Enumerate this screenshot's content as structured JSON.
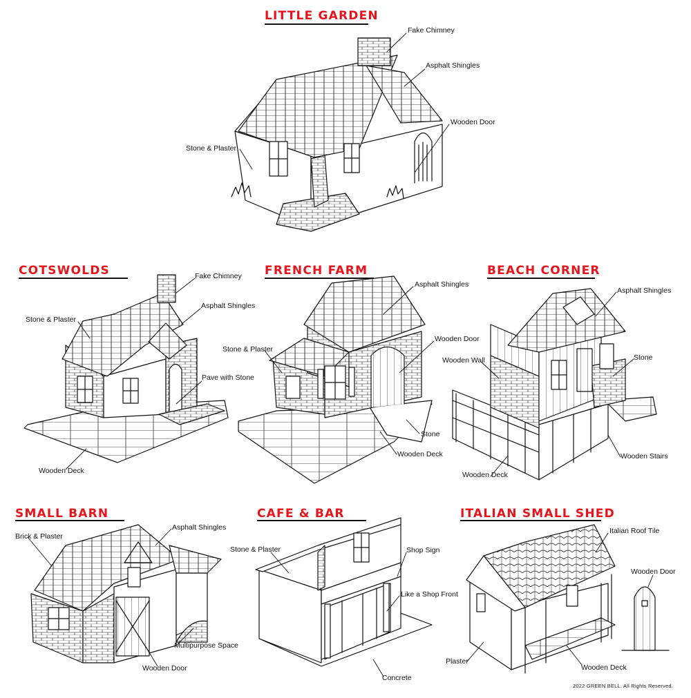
{
  "copyright": "2022 GREEN BELL. All Rights Reserved.",
  "houses": {
    "little_garden": {
      "title": "LITTLE GARDEN",
      "labels": [
        "Fake Chimney",
        "Asphalt Shingles",
        "Wooden Door",
        "Stone & Plaster"
      ]
    },
    "cotswolds": {
      "title": "COTSWOLDS",
      "labels": [
        "Fake Chimney",
        "Asphalt Shingles",
        "Stone & Plaster",
        "Pave with Stone",
        "Wooden Deck"
      ]
    },
    "french_farm": {
      "title": "FRENCH FARM",
      "labels": [
        "Asphalt Shingles",
        "Wooden Door",
        "Stone & Plaster",
        "Stone",
        "Wooden Deck"
      ]
    },
    "beach_corner": {
      "title": "BEACH CORNER",
      "labels": [
        "Asphalt Shingles",
        "Wooden Wall",
        "Stone",
        "Wooden Stairs",
        "Wooden Deck"
      ]
    },
    "small_barn": {
      "title": "SMALL BARN",
      "labels": [
        "Asphalt Shingles",
        "Brick & Plaster",
        "Multipurpose Space",
        "Wooden Door"
      ]
    },
    "cafe_bar": {
      "title": "CAFE & BAR",
      "labels": [
        "Stone & Plaster",
        "Shop Sign",
        "Like a Shop Front",
        "Concrete"
      ]
    },
    "italian_small_shed": {
      "title": "ITALIAN SMALL SHED",
      "labels": [
        "Italian Roof Tile",
        "Wooden Door",
        "Plaster",
        "Wooden Deck"
      ]
    }
  }
}
